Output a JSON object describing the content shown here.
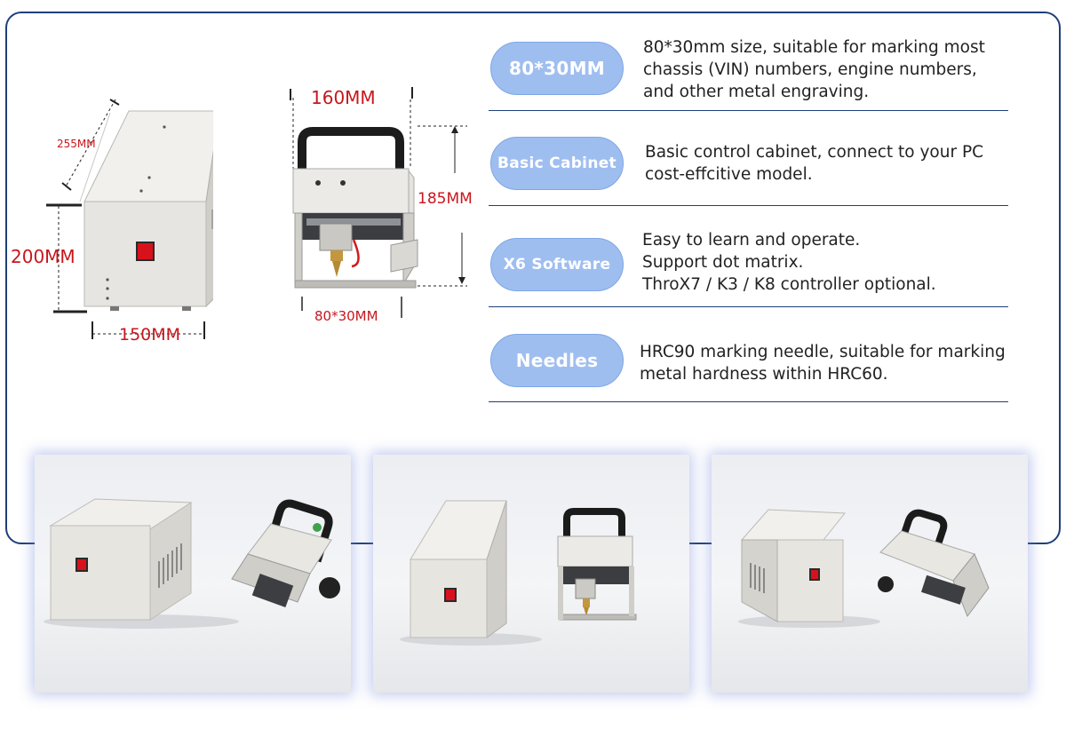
{
  "dimensions": {
    "cabinet_depth": "255MM",
    "cabinet_height": "200MM",
    "cabinet_width": "150MM",
    "marker_width": "160MM",
    "marker_height": "185MM",
    "marker_area": "80*30MM"
  },
  "features": [
    {
      "label": "80*30MM",
      "description": "80*30mm size, suitable for marking most\nchassis (VIN) numbers, engine numbers,\nand other metal engraving."
    },
    {
      "label": "Basic Cabinet",
      "description": "Basic control cabinet, connect to your PC\ncost-effcitive model."
    },
    {
      "label": "X6 Software",
      "description": "Easy to learn and operate.\nSupport dot matrix.\nThroX7 / K3 / K8 controller optional."
    },
    {
      "label": "Needles",
      "description": "HRC90 marking needle, suitable for marking\nmetal hardness within HRC60."
    }
  ],
  "colors": {
    "frame_border": "#1f3f7a",
    "pill_fill": "#9fbef0",
    "dimension_text": "#c8161d",
    "cabinet_body": "#e3e2de",
    "switch_red": "#d8121c"
  }
}
